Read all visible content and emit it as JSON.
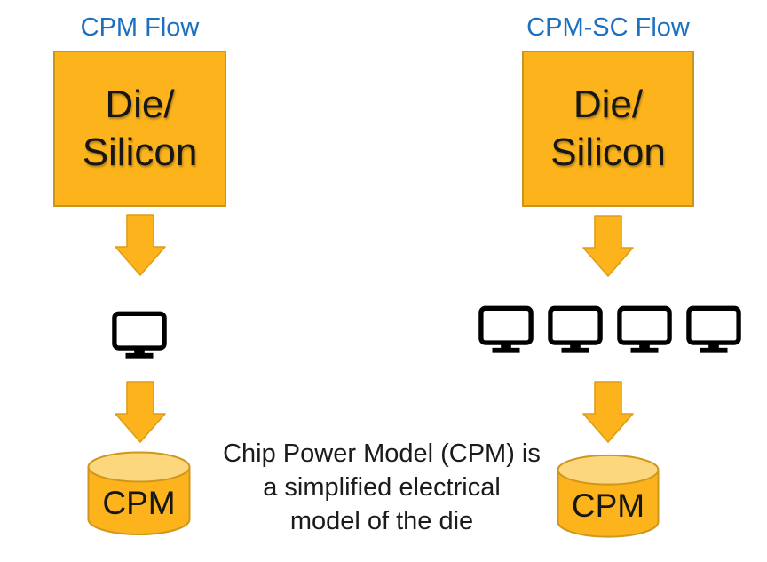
{
  "diagram": {
    "flows": [
      {
        "title": "CPM Flow",
        "box": {
          "line1": "Die/",
          "line2": "Silicon"
        },
        "monitor_count": 1,
        "db_label": "CPM"
      },
      {
        "title": "CPM-SC Flow",
        "box": {
          "line1": "Die/",
          "line2": "Silicon"
        },
        "monitor_count": 4,
        "db_label": "CPM"
      }
    ],
    "caption": {
      "line1": "Chip Power Model (CPM) is",
      "line2": "a simplified electrical",
      "line3": "model of the die"
    },
    "colors": {
      "title_blue": "#1C70C0",
      "shape_orange": "#FCB31C",
      "shape_border": "#C9951A",
      "cylinder_top": "#FCD77E",
      "monitor_black": "#000000",
      "text_black": "#161616"
    }
  }
}
